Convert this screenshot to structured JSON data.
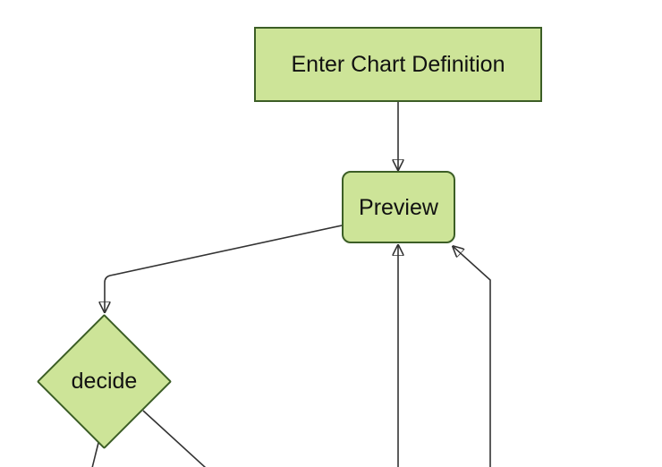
{
  "diagram": {
    "type": "flowchart",
    "direction": "top-down",
    "nodes": {
      "enter_chart_definition": {
        "label": "Enter Chart Definition",
        "shape": "rectangle"
      },
      "preview": {
        "label": "Preview",
        "shape": "rounded-rectangle"
      },
      "decide": {
        "label": "decide",
        "shape": "diamond"
      }
    },
    "edges": [
      {
        "name": "enter-chart-definition-to-preview",
        "arrowhead": true
      },
      {
        "name": "preview-to-decide",
        "arrowhead": true
      },
      {
        "name": "return-into-preview-bottom",
        "arrowhead": true
      },
      {
        "name": "return-into-preview-corner",
        "arrowhead": true
      },
      {
        "name": "decide-outgoing-left",
        "arrowhead": false
      },
      {
        "name": "decide-outgoing-right",
        "arrowhead": false
      }
    ]
  },
  "colors": {
    "background": "#ffffff",
    "node_fill": "#cde498",
    "node_border": "#3c5e26",
    "edge": "#333333",
    "text": "#111111"
  }
}
